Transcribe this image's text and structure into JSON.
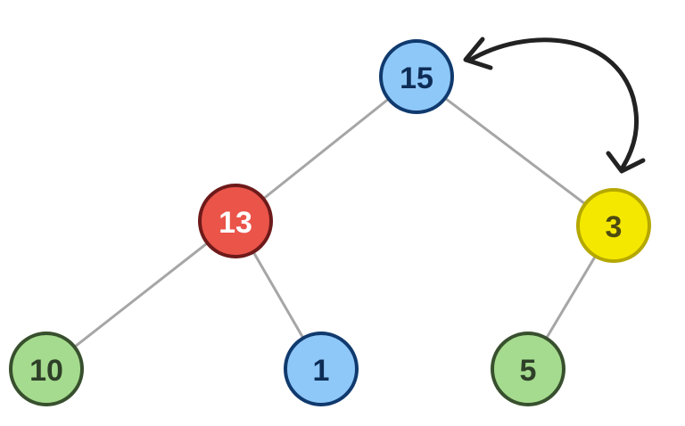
{
  "colors": {
    "edge": "#a6a6a6",
    "arrow": "#222222",
    "blue_fill": "#8ec8f8",
    "blue_stroke": "#103a6e",
    "blue_text": "#0d2c56",
    "red_fill": "#ea5449",
    "red_stroke": "#6e1a1a",
    "red_text": "#ffffff",
    "yellow_fill": "#f5e800",
    "yellow_stroke": "#b5a800",
    "yellow_text": "#4d4a10",
    "green_fill": "#a5db8e",
    "green_stroke": "#38502e",
    "green_text": "#2e3f28"
  },
  "nodes": [
    {
      "id": "n15",
      "label": "15",
      "color": "blue"
    },
    {
      "id": "n13",
      "label": "13",
      "color": "red"
    },
    {
      "id": "n3",
      "label": "3",
      "color": "yellow"
    },
    {
      "id": "n10",
      "label": "10",
      "color": "green"
    },
    {
      "id": "n1",
      "label": "1",
      "color": "blue"
    },
    {
      "id": "n5",
      "label": "5",
      "color": "green"
    }
  ],
  "edges": [
    {
      "from": "n15",
      "to": "n13"
    },
    {
      "from": "n15",
      "to": "n3"
    },
    {
      "from": "n13",
      "to": "n10"
    },
    {
      "from": "n13",
      "to": "n1"
    },
    {
      "from": "n3",
      "to": "n5"
    }
  ],
  "swap": {
    "from": "n15",
    "to": "n3"
  }
}
